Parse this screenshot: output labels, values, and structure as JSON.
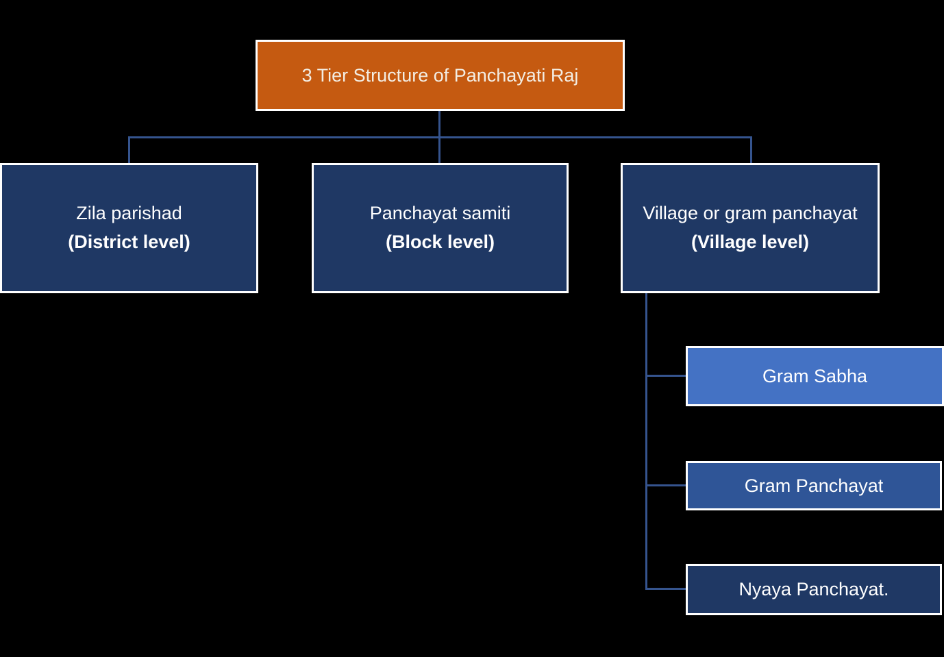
{
  "diagram": {
    "title": "3 Tier Structure of Panchayati Raj",
    "tiers": [
      {
        "name": "Zila parishad",
        "level": "(District level)"
      },
      {
        "name": "Panchayat samiti",
        "level": "(Block level)"
      },
      {
        "name": "Village or gram panchayat",
        "level": "(Village level)"
      }
    ],
    "village_children": [
      {
        "label": "Gram Sabha"
      },
      {
        "label": "Gram Panchayat"
      },
      {
        "label": "Nyaya Panchayat."
      }
    ],
    "colors": {
      "background": "#000000",
      "title_fill": "#C55A11",
      "tier_fill": "#1F3864",
      "child_fill_gram_sabha": "#4472C4",
      "child_fill_gram_panchayat": "#2F5597",
      "child_fill_nyaya_panchayat": "#1F3864",
      "connector": "#35548E",
      "box_border": "#FFFFFF",
      "title_text": "#F3EDE3",
      "box_text": "#FFFFFF"
    }
  }
}
